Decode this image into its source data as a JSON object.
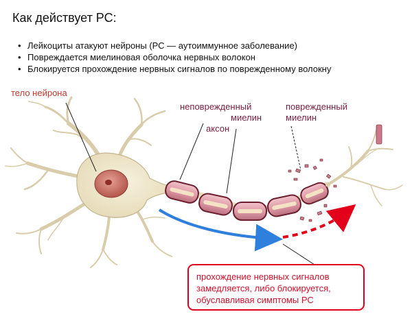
{
  "title": "Как действует РС:",
  "bullets": [
    "Лейкоциты атакуют нейроны (РС — аутоиммунное заболевание)",
    "Повреждается миелиновая оболочка нервных волокон",
    "Блокируется прохождение нервных сигналов по поврежденному волокну"
  ],
  "labels": {
    "neuron_body": "тело нейрона",
    "intact_myelin_line1": "неповрежденный",
    "intact_myelin_line2": "миелин",
    "axon": "аксон",
    "damaged_myelin_line1": "поврежденный",
    "damaged_myelin_line2": "миелин"
  },
  "callout": {
    "line1": "прохождение нервных сигналов",
    "line2": "замедляется, либо блокируется,",
    "line3": "обуславливая симптомы РС"
  },
  "colors": {
    "neuron_fill": "#efe7cf",
    "neuron_stroke": "#b8aa86",
    "nucleus": "#c9796e",
    "myelin": "#e6a9b4",
    "myelin_stroke": "#6b1f2e",
    "signal_blue": "#2f7fdc",
    "signal_red": "#e2001a",
    "label_red": "#c0392b",
    "label_maroon": "#7a2040"
  }
}
